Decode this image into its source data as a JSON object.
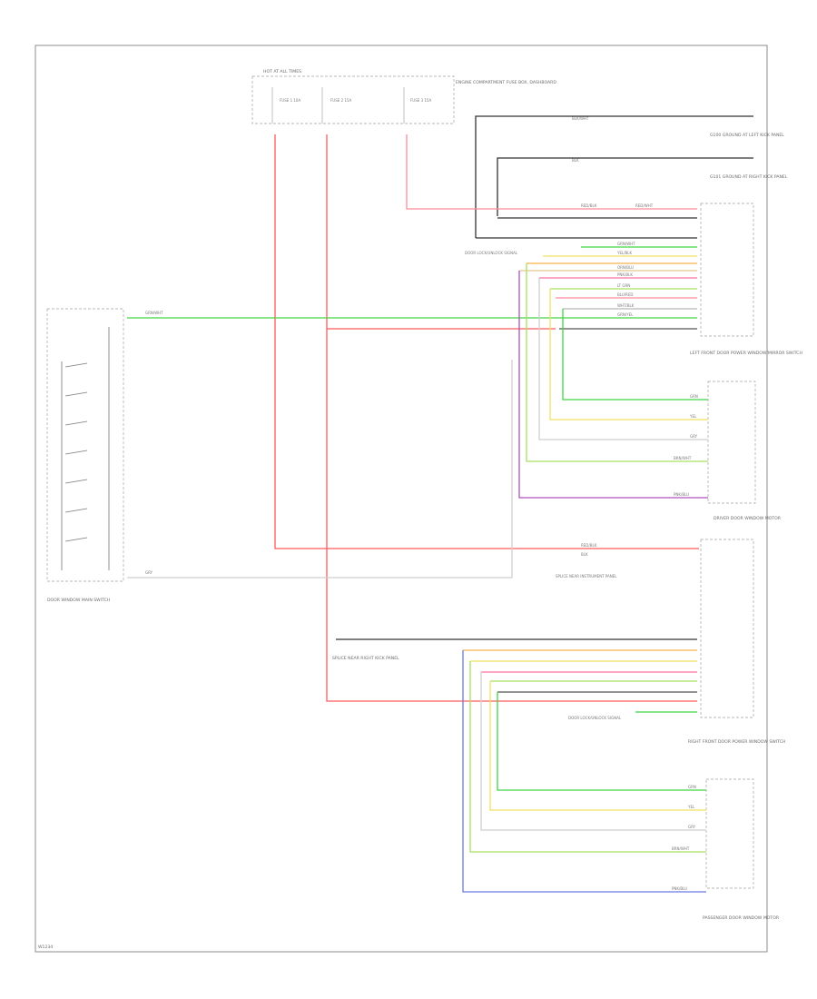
{
  "colors": {
    "red": "#ff5a5a",
    "pink": "#ff9aa6",
    "green": "#44d444",
    "lime": "#a8e060",
    "yellow": "#f0e060",
    "orange": "#f7b24a",
    "tan": "#e0c890",
    "blue": "#6a7ae0",
    "purple": "#b050c0",
    "gray": "#b8b8b8",
    "black": "#555555",
    "dark": "#333333"
  },
  "labels": {
    "fuse_box": "ENGINE COMPARTMENT FUSE BOX, DASHBOARD",
    "fuse_box_top": "HOT AT ALL TIMES",
    "fuse_a": "FUSE 1 10A",
    "fuse_b": "FUSE 2 15A",
    "fuse_c": "FUSE 3 15A",
    "ground_top1": "G100 GROUND AT LEFT KICK PANEL",
    "ground_top2": "G101 GROUND AT RIGHT KICK PANEL",
    "lf_module": "LEFT FRONT DOOR POWER WINDOW/MIRROR SWITCH",
    "driver_motor": "DRIVER DOOR WINDOW MOTOR",
    "rf_module": "RIGHT FRONT DOOR POWER WINDOW SWITCH",
    "pass_motor": "PASSENGER DOOR WINDOW MOTOR",
    "main_switch": "DOOR WINDOW MAIN SWITCH",
    "splice_mid": "SPLICE NEAR INSTRUMENT PANEL",
    "splice_low": "SPLICE NEAR RIGHT KICK PANEL",
    "door_lock_link1": "DOOR LOCK/UNLOCK SIGNAL",
    "door_lock_link2": "DOOR LOCK/UNLOCK SIGNAL",
    "footer": "W1234"
  },
  "wire_codes": {
    "r1": "RED/BLK",
    "r2": "RED/WHT",
    "r3": "GRN/WHT",
    "r4": "YEL/BLK",
    "r5": "ORN/BLU",
    "r6": "PNK/BLK",
    "r7": "LT GRN",
    "r8": "BLU/RED",
    "r9": "WHT/BLK",
    "r10": "GRN/YEL",
    "m1": "GRN",
    "m2": "YEL",
    "m3": "GRY",
    "m4": "BRN/WHT",
    "m5": "PNK/BLU"
  }
}
